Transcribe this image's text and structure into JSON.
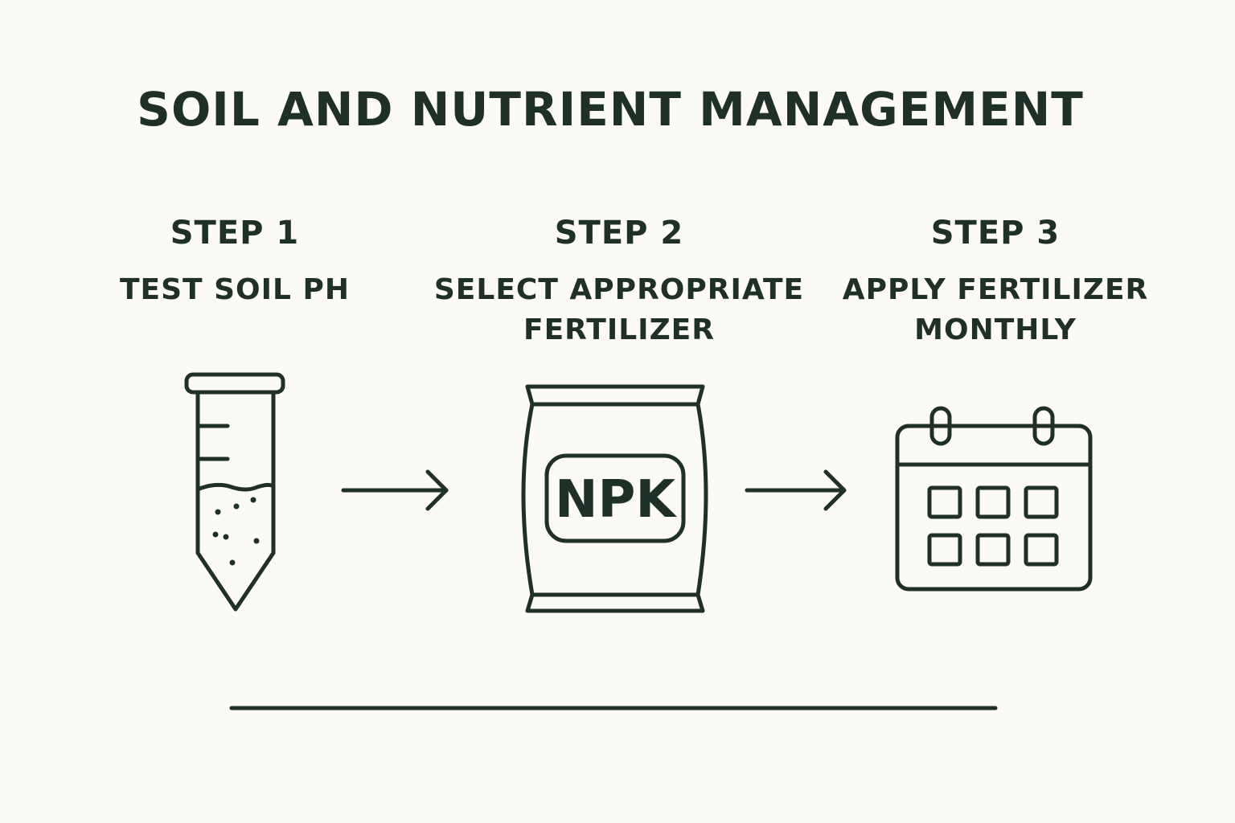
{
  "title": "SOIL AND NUTRIENT MANAGEMENT",
  "steps": [
    {
      "number": "STEP 1",
      "label": "TEST SOIL PH",
      "icon": "test-tube-icon"
    },
    {
      "number": "STEP 2",
      "label": "SELECT APPROPRIATE\nFERTILIZER",
      "icon": "fertilizer-bag-icon",
      "icon_text": "NPK"
    },
    {
      "number": "STEP 3",
      "label": "APPLY FERTILIZER\nMONTHLY",
      "icon": "calendar-icon"
    }
  ],
  "colors": {
    "background": "#fbfaf5",
    "ink": "#1e3028"
  }
}
